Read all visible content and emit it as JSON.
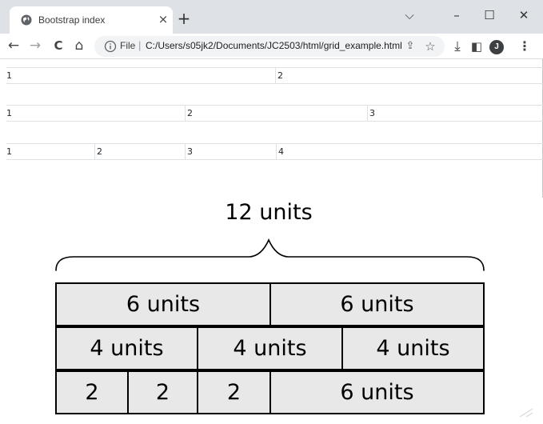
{
  "browser": {
    "tab": {
      "title": "Bootstrap index",
      "close_glyph": "×",
      "favicon": "globe-icon"
    },
    "new_tab_glyph": "+",
    "window_controls": {
      "list_tabs": "⌵",
      "minimize": "–",
      "maximize": "☐",
      "close": "✕"
    },
    "nav": {
      "back": "←",
      "forward": "→",
      "reload": "C",
      "home": "⌂"
    },
    "omnibox": {
      "scheme_label": "File",
      "separator": "|",
      "path": "C:/Users/s05jk2/Documents/JC2503/html/grid_example.html",
      "share_glyph": "⇪",
      "bookmark_glyph": "☆"
    },
    "toolbar": {
      "download_glyph": "⤓",
      "side_panel_glyph": "◧",
      "avatar_letter": "J",
      "menu_glyph": "⋮"
    }
  },
  "page": {
    "rows": [
      {
        "cells": [
          "1",
          "2"
        ]
      },
      {
        "cells": [
          "1",
          "2",
          "3"
        ]
      },
      {
        "cells": [
          "1",
          "2",
          "3",
          "4"
        ]
      }
    ]
  },
  "diagram": {
    "total_label": "12 units",
    "rows": [
      {
        "cells": [
          {
            "label": "6 units",
            "units": 6
          },
          {
            "label": "6 units",
            "units": 6
          }
        ]
      },
      {
        "cells": [
          {
            "label": "4 units",
            "units": 4
          },
          {
            "label": "4 units",
            "units": 4
          },
          {
            "label": "4 units",
            "units": 4
          }
        ]
      },
      {
        "cells": [
          {
            "label": "2",
            "units": 2
          },
          {
            "label": "2",
            "units": 2
          },
          {
            "label": "2",
            "units": 2
          },
          {
            "label": "6 units",
            "units": 6
          }
        ]
      }
    ],
    "colors": {
      "cell_fill": "#e8e8e8",
      "cell_border": "#000000"
    }
  }
}
